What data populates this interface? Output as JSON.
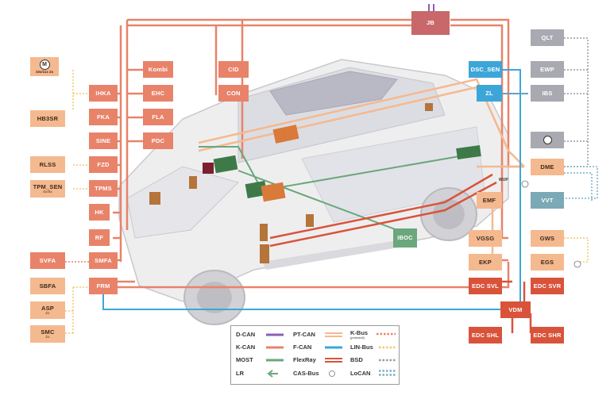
{
  "ecus": {
    "jb": "JB",
    "qlt": "QLT",
    "ewp": "EWP",
    "ibs": "IBS",
    "dme": "DME",
    "vvt": "VVT",
    "gws": "GWS",
    "egs": "EGS",
    "vgsg": "VGSG",
    "ekp": "EKP",
    "emf": "EMF",
    "dsc_sen": "DSC_SEN",
    "dsc_partial": "ZL",
    "kombi": "Kombi",
    "ehc": "EHC",
    "fla": "FLA",
    "pdc": "PDC",
    "cid": "CID",
    "con": "CON",
    "ihka": "IHKA",
    "fka": "FKA",
    "sine": "SINE",
    "fzd": "FZD",
    "tpms": "TPMS",
    "hkl_partial": "HK",
    "rfk_partial": "RF",
    "smfa": "SMFA",
    "frm": "FRM",
    "svfa": "SVFA",
    "sbfa": "SBFA",
    "asp": "ASP",
    "asp_sub": "2x",
    "smc": "SMC",
    "smc_sub": "2x",
    "rlss": "RLSS",
    "tpm_sen": "TPM_SEN",
    "tpm_sen_sub": "4x/5x",
    "hb3sr": "HB3SR",
    "motor_sub": "10x/11x 2x",
    "icbc": "IBOC",
    "vdm": "VDM",
    "edc_svl": "EDC SVL",
    "edc_svr": "EDC SVR",
    "edc_shl": "EDC SHL",
    "edc_shr": "EDC SHR",
    "wup": "WUP"
  },
  "legend": {
    "dcan": "D-CAN",
    "kcan": "K-CAN",
    "most": "MOST",
    "lr": "LR",
    "ptcan": "PT-CAN",
    "fcan": "F-CAN",
    "flexray": "FlexRay",
    "casbus": "CAS-Bus",
    "kbus": "K-Bus",
    "kbus_sub": "(protokoll)",
    "linbus": "LIN-Bus",
    "bsd": "BSD",
    "locan": "LoCAN"
  },
  "colors": {
    "kcan": "#e8836a",
    "ptcan": "#f5b98f",
    "fcan": "#3da6d9",
    "most": "#6aa77c",
    "dcan": "#8b5fb5",
    "flexray": "#d9533b",
    "linbus": "#f2c96a",
    "bsd": "#9a9aa5",
    "locan": "#7ab0c8"
  }
}
